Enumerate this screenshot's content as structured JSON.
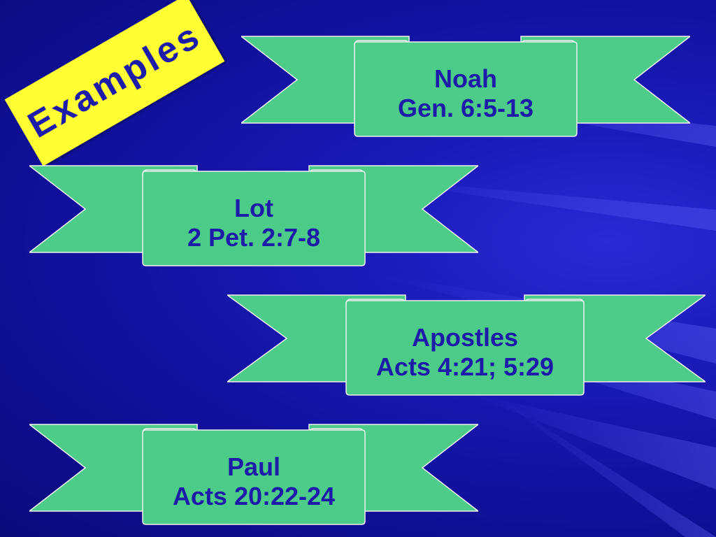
{
  "slide": {
    "tag": "Examples",
    "banners": [
      {
        "name": "Noah",
        "ref": "Gen. 6:5-13"
      },
      {
        "name": "Lot",
        "ref": "2 Pet. 2:7-8"
      },
      {
        "name": "Apostles",
        "ref": "Acts 4:21; 5:29"
      },
      {
        "name": "Paul",
        "ref": "Acts 20:22-24"
      }
    ]
  },
  "colors": {
    "background": "#1a1ab8",
    "banner_fill": "#4ccc88",
    "banner_text": "#1c1ca8",
    "tag_fill": "#ffff33"
  }
}
